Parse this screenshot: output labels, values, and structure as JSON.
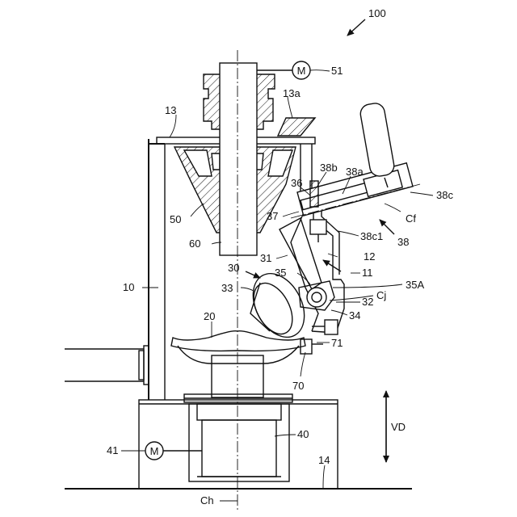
{
  "labels": {
    "ref_100": "100",
    "ref_51": "51",
    "ref_13a": "13a",
    "ref_13": "13",
    "ref_38b": "38b",
    "ref_38a": "38a",
    "ref_38c": "38c",
    "ref_36": "36",
    "ref_50": "50",
    "ref_37": "37",
    "ref_cf": "Cf",
    "ref_38c1": "38c1",
    "ref_38": "38",
    "ref_60": "60",
    "ref_31": "31",
    "ref_12": "12",
    "ref_30": "30",
    "ref_11": "11",
    "ref_35": "35",
    "ref_35a": "35A",
    "ref_33": "33",
    "ref_cj": "Cj",
    "ref_32": "32",
    "ref_10": "10",
    "ref_34": "34",
    "ref_20": "20",
    "ref_71": "71",
    "ref_70": "70",
    "ref_vd": "VD",
    "ref_40": "40",
    "ref_41": "41",
    "ref_14": "14",
    "ref_ch": "Ch"
  },
  "motor_symbol": "M",
  "colors": {
    "line": "#111111",
    "background": "#ffffff"
  }
}
